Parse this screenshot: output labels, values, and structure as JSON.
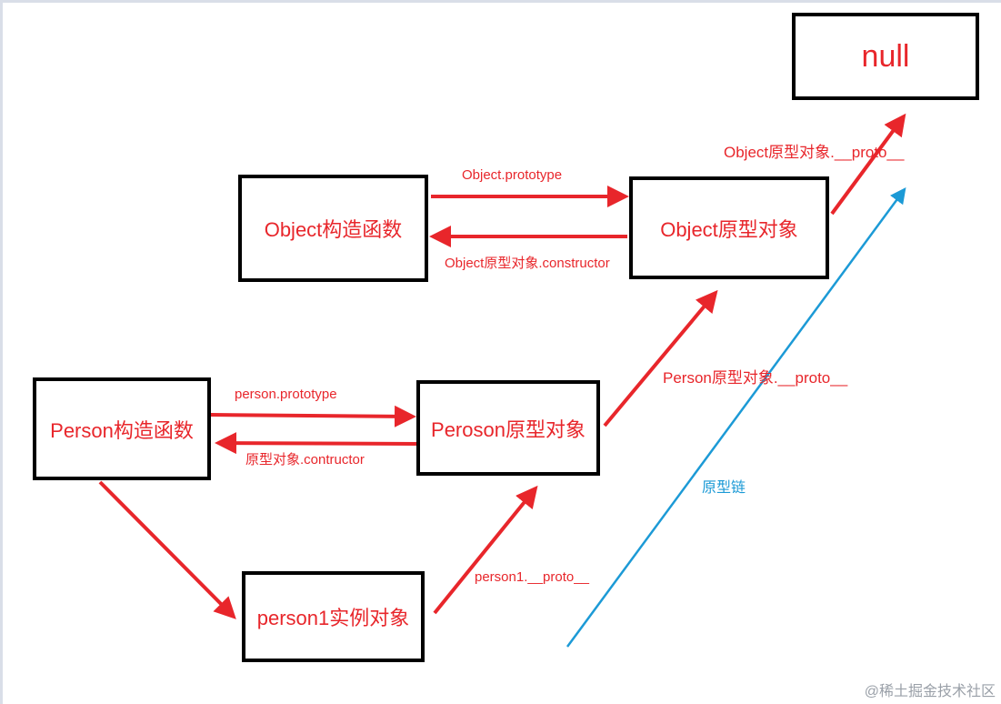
{
  "nodes": {
    "null": "null",
    "object_ctor": "Object构造函数",
    "object_proto": "Object原型对象",
    "person_ctor": "Person构造函数",
    "person_proto": "Peroson原型对象",
    "person1": "person1实例对象"
  },
  "edges": {
    "object_prototype": "Object.prototype",
    "object_constructor": "Object原型对象.constructor",
    "object_proto_proto": "Object原型对象.__proto__",
    "person_prototype": "person.prototype",
    "person_constructor": "原型对象.contructor",
    "person_proto_proto": "Person原型对象.__proto__",
    "person1_proto": "person1.__proto__",
    "prototype_chain": "原型链"
  },
  "watermark": "@稀土掘金技术社区",
  "colors": {
    "arrow": "#e8262b",
    "chain": "#1c9ad6",
    "border": "#000000"
  }
}
